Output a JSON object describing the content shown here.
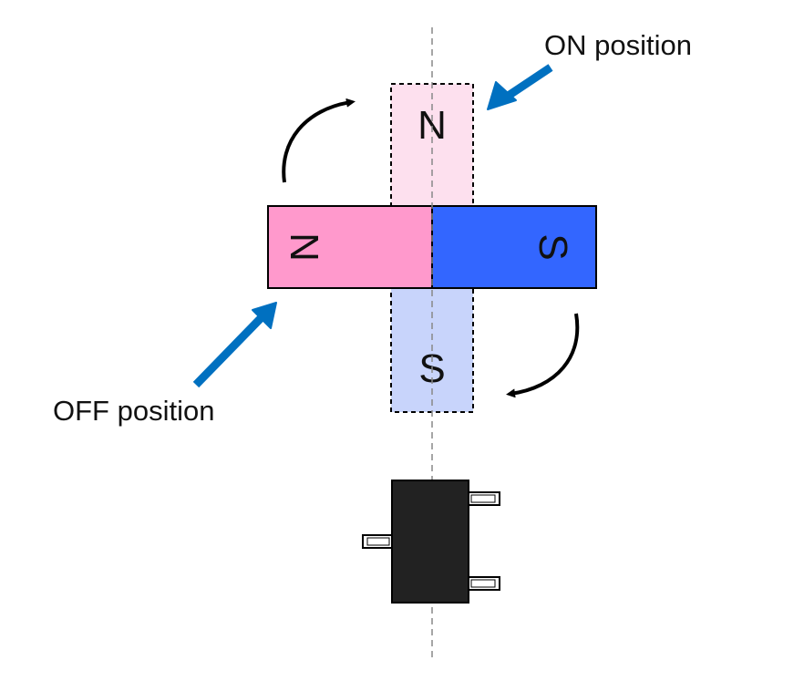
{
  "labels": {
    "on_position": "ON position",
    "off_position": "OFF position"
  },
  "magnet_on": {
    "north": "N",
    "south": "S"
  },
  "magnet_off": {
    "north": "N",
    "south": "S"
  },
  "colors": {
    "north_on": "#fde0ee",
    "south_on": "#c8d4fb",
    "north_off": "#ff99cc",
    "south_off": "#3366ff",
    "pointer_arrow": "#0070c0",
    "rotation_arrow": "#000000",
    "sensor_body": "#222222",
    "axis_line": "#888888"
  },
  "icons": {
    "rotation": "curved-arrow-icon",
    "pointer": "straight-arrow-icon",
    "sensor": "hall-sensor-chip-icon"
  }
}
